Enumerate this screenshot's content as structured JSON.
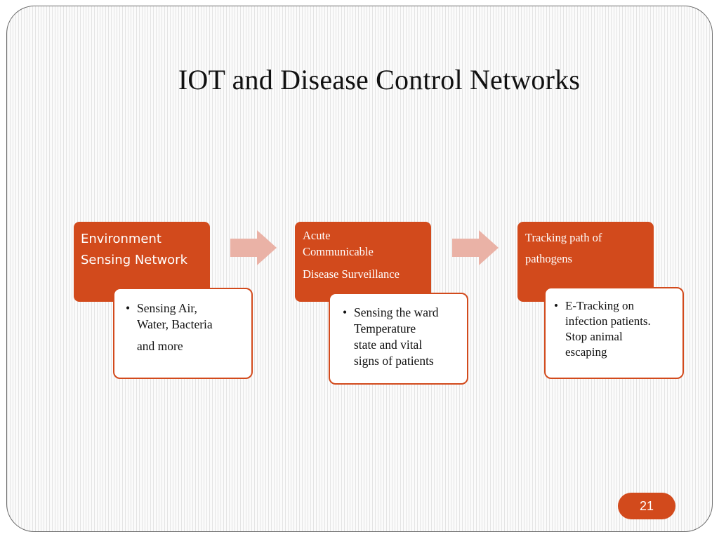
{
  "slide": {
    "title": "IOT and Disease Control Networks",
    "page_number": "21"
  },
  "steps": [
    {
      "heading_line1": "Environment",
      "heading_line2": "Sensing Network",
      "detail_line1": "Sensing Air,",
      "detail_line2": "Water,  Bacteria",
      "detail_line3": "and more"
    },
    {
      "heading_line1": "Acute",
      "heading_line2": "Communicable",
      "heading_line3": "Disease Surveillance",
      "detail_line1": "Sensing the ward",
      "detail_line2": "Temperature",
      "detail_line3": "state and vital",
      "detail_line4": "signs of patients"
    },
    {
      "heading_line1": "Tracking  path of",
      "heading_line2": "pathogens",
      "detail_line1": "E-Tracking on",
      "detail_line2": "infection patients.",
      "detail_line3": "Stop animal",
      "detail_line4": "escaping"
    }
  ],
  "colors": {
    "accent": "#d24a1c",
    "arrow": "#eab2a6",
    "border": "#6a6a6a"
  }
}
